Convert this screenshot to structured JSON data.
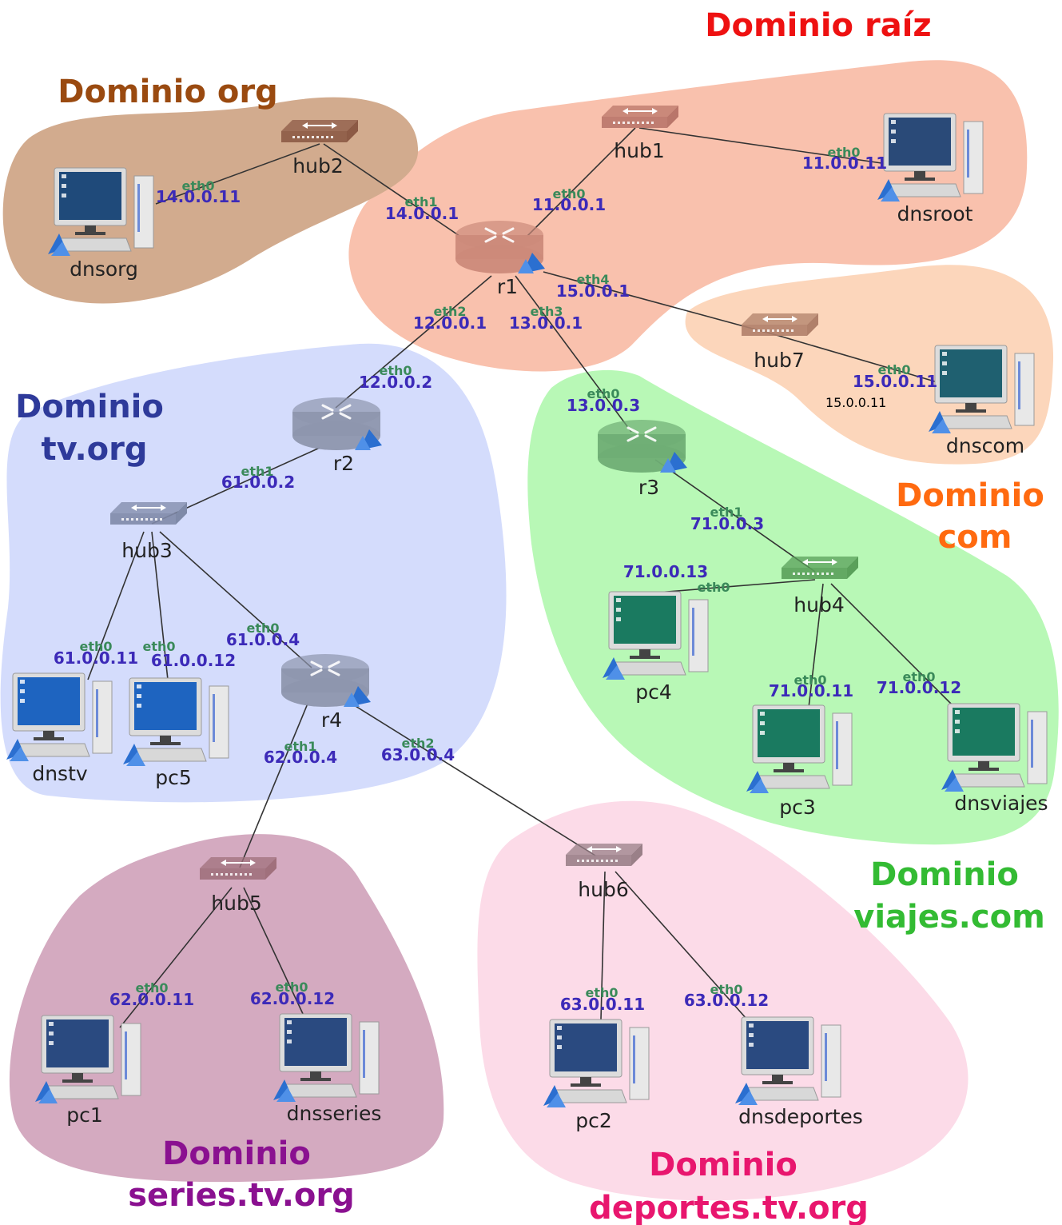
{
  "domains": {
    "raiz": {
      "title": "Dominio raíz",
      "color": "#ee1111"
    },
    "org": {
      "title": "Dominio org",
      "color": "#9a4a10"
    },
    "tvorg": {
      "line1": "Dominio",
      "line2": "tv.org",
      "color": "#2e3a9a"
    },
    "com": {
      "line1": "Dominio",
      "line2": "com",
      "color": "#ff6a10"
    },
    "viajes": {
      "line1": "Dominio",
      "line2": "viajes.com",
      "color": "#33bb33"
    },
    "series": {
      "line1": "Dominio",
      "line2": "series.tv.org",
      "color": "#8a1090"
    },
    "deportes": {
      "line1": "Dominio",
      "line2": "deportes.tv.org",
      "color": "#e8166e"
    }
  },
  "nodes": {
    "hub1": "hub1",
    "hub2": "hub2",
    "hub3": "hub3",
    "hub4": "hub4",
    "hub5": "hub5",
    "hub6": "hub6",
    "hub7": "hub7",
    "r1": "r1",
    "r2": "r2",
    "r3": "r3",
    "r4": "r4",
    "dnsroot": "dnsroot",
    "dnsorg": "dnsorg",
    "dnscom": "dnscom",
    "dnstv": "dnstv",
    "dnsviajes": "dnsviajes",
    "dnsseries": "dnsseries",
    "dnsdeportes": "dnsdeportes",
    "pc1": "pc1",
    "pc2": "pc2",
    "pc3": "pc3",
    "pc4": "pc4",
    "pc5": "pc5"
  },
  "interfaces": {
    "dnsroot_eth0": {
      "iface": "eth0",
      "ip": "11.0.0.11"
    },
    "r1_eth0": {
      "iface": "eth0",
      "ip": "11.0.0.1"
    },
    "r1_eth1": {
      "iface": "eth1",
      "ip": "14.0.0.1"
    },
    "r1_eth2": {
      "iface": "eth2",
      "ip": "12.0.0.1"
    },
    "r1_eth3": {
      "iface": "eth3",
      "ip": "13.0.0.1"
    },
    "r1_eth4": {
      "iface": "eth4",
      "ip": "15.0.0.1"
    },
    "dnsorg_eth0": {
      "iface": "eth0",
      "ip": "14.0.0.11"
    },
    "dnscom_eth0": {
      "iface": "eth0",
      "ip": "15.0.0.11"
    },
    "dnscom_extra_ip": "15.0.0.11",
    "r2_eth0": {
      "iface": "eth0",
      "ip": "12.0.0.2"
    },
    "r2_eth1": {
      "iface": "eth1",
      "ip": "61.0.0.2"
    },
    "r3_eth0": {
      "iface": "eth0",
      "ip": "13.0.0.3"
    },
    "r3_eth1": {
      "iface": "eth1",
      "ip": "71.0.0.3"
    },
    "pc4_eth0": {
      "iface": "eth0",
      "ip": "71.0.0.13"
    },
    "pc3_eth0": {
      "iface": "eth0",
      "ip": "71.0.0.11"
    },
    "dnsviajes_eth0": {
      "iface": "eth0",
      "ip": "71.0.0.12"
    },
    "dnstv_eth0": {
      "iface": "eth0",
      "ip": "61.0.0.11"
    },
    "pc5_eth0": {
      "iface": "eth0",
      "ip": "61.0.0.12"
    },
    "r4_eth0": {
      "iface": "eth0",
      "ip": "61.0.0.4"
    },
    "r4_eth1": {
      "iface": "eth1",
      "ip": "62.0.0.4"
    },
    "r4_eth2": {
      "iface": "eth2",
      "ip": "63.0.0.4"
    },
    "pc1_eth0": {
      "iface": "eth0",
      "ip": "62.0.0.11"
    },
    "dnsseries_eth0": {
      "iface": "eth0",
      "ip": "62.0.0.12"
    },
    "pc2_eth0": {
      "iface": "eth0",
      "ip": "63.0.0.11"
    },
    "dnsdeportes_eth0": {
      "iface": "eth0",
      "ip": "63.0.0.12"
    }
  },
  "colors": {
    "raiz_fill": "#f9c1ad",
    "org_fill": "#d2ab8e",
    "tvorg_fill": "#d4dcfc",
    "com_fill": "#fcd6bb",
    "viajes_fill": "#b8f8b6",
    "series_fill": "#d4aac0",
    "deportes_fill": "#fcdbe8"
  }
}
